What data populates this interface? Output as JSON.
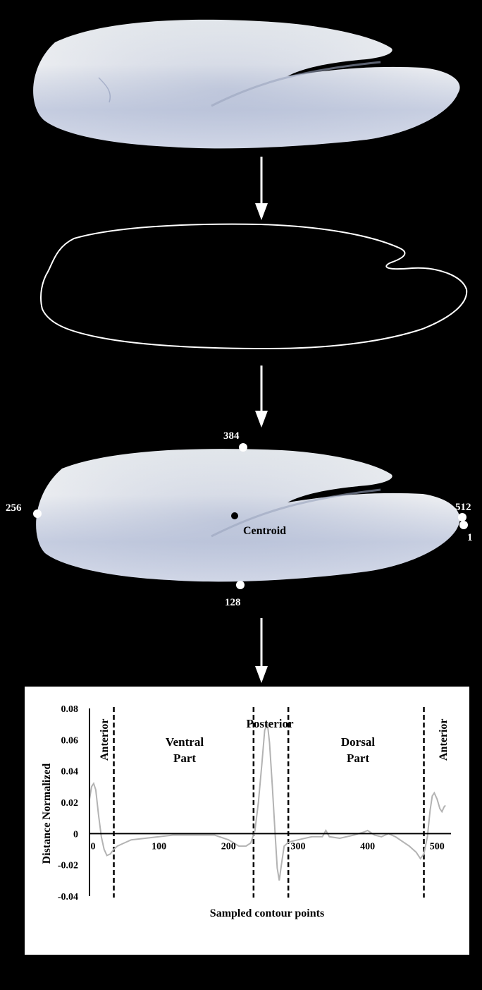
{
  "colors": {
    "background": "#000000",
    "otolith_light": "#eef1f3",
    "otolith_shadow": "#9aa6c2",
    "contour": "#ffffff",
    "chart_panel": "#ffffff",
    "signal_line": "#b3b3b3",
    "axis": "#000000"
  },
  "landmarks": {
    "p384": "384",
    "p256": "256",
    "p512": "512",
    "p1": "1",
    "p128": "128",
    "centroid": "Centroid"
  },
  "regions": {
    "anterior_left": "Anterior",
    "ventral_line1": "Ventral",
    "ventral_line2": "Part",
    "posterior": "Posterior",
    "dorsal_line1": "Dorsal",
    "dorsal_line2": "Part",
    "anterior_right": "Anterior"
  },
  "chart_data": {
    "type": "line",
    "xlabel": "Sampled contour points",
    "ylabel": "Distance Normalized",
    "xlim": [
      0,
      520
    ],
    "ylim": [
      -0.04,
      0.08
    ],
    "x_ticks": [
      {
        "value": 0,
        "label": "0"
      },
      {
        "value": 100,
        "label": "100"
      },
      {
        "value": 200,
        "label": "200"
      },
      {
        "value": 300,
        "label": "300"
      },
      {
        "value": 400,
        "label": "400"
      },
      {
        "value": 500,
        "label": "500"
      }
    ],
    "y_ticks": [
      {
        "value": 0.08,
        "label": "0.08"
      },
      {
        "value": 0.06,
        "label": "0.06"
      },
      {
        "value": 0.04,
        "label": "0.04"
      },
      {
        "value": 0.02,
        "label": "0.02"
      },
      {
        "value": 0,
        "label": "0"
      },
      {
        "value": -0.02,
        "label": "-0.02"
      },
      {
        "value": -0.04,
        "label": "-0.04"
      }
    ],
    "region_boundaries": [
      35,
      236,
      286,
      481
    ],
    "series": [
      {
        "x": [
          0,
          3,
          6,
          9,
          13,
          17,
          21,
          25,
          30,
          35,
          40,
          50,
          60,
          80,
          100,
          120,
          140,
          160,
          180,
          200,
          215,
          225,
          232,
          238,
          243,
          248,
          252,
          256,
          259,
          263,
          267,
          270,
          273,
          276,
          280,
          285,
          290,
          300,
          320,
          335,
          340,
          345,
          360,
          380,
          395,
          400,
          410,
          420,
          430,
          440,
          460,
          470,
          476,
          481,
          486,
          490,
          493,
          496,
          500,
          504,
          507,
          510,
          512
        ],
        "y": [
          0.022,
          0.03,
          0.032,
          0.028,
          0.012,
          -0.002,
          -0.01,
          -0.014,
          -0.013,
          -0.01,
          -0.008,
          -0.006,
          -0.004,
          -0.003,
          -0.002,
          -0.001,
          -0.001,
          -0.001,
          -0.001,
          -0.004,
          -0.008,
          -0.008,
          -0.006,
          0.002,
          0.02,
          0.045,
          0.066,
          0.07,
          0.058,
          0.03,
          0.0,
          -0.022,
          -0.03,
          -0.02,
          -0.008,
          -0.006,
          -0.005,
          -0.004,
          -0.002,
          -0.002,
          0.002,
          -0.002,
          -0.003,
          -0.001,
          0.001,
          0.002,
          -0.001,
          -0.002,
          0.0,
          -0.002,
          -0.008,
          -0.012,
          -0.016,
          -0.013,
          -0.002,
          0.015,
          0.024,
          0.026,
          0.022,
          0.016,
          0.014,
          0.017,
          0.018
        ]
      }
    ]
  }
}
